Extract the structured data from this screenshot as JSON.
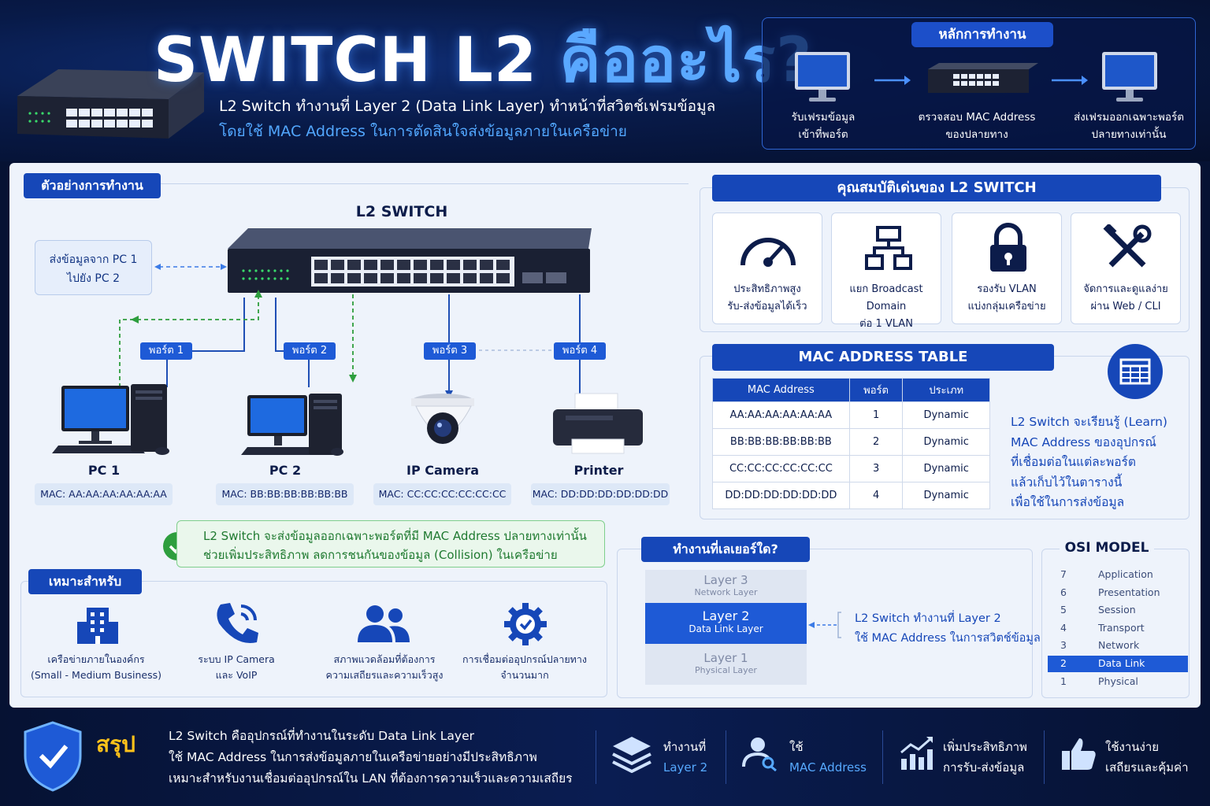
{
  "header": {
    "title_white": "SWITCH L2",
    "title_rest": " คืออะไร?",
    "subtitle_1": "L2 Switch ทำงานที่ Layer 2 (Data Link Layer) ทำหน้าที่สวิตช์เฟรมข้อมูล",
    "subtitle_2": "โดยใช้ MAC Address ในการตัดสินใจส่งข้อมูลภายในเครือข่าย"
  },
  "principle": {
    "title": "หลักการทำงาน",
    "steps": [
      {
        "line1": "รับเฟรมข้อมูล",
        "line2": "เข้าที่พอร์ต"
      },
      {
        "line1": "ตรวจสอบ MAC Address",
        "line2": "ของปลายทาง"
      },
      {
        "line1": "ส่งเฟรมออกเฉพาะพอร์ต",
        "line2": "ปลายทางเท่านั้น"
      }
    ]
  },
  "example": {
    "tag": "ตัวอย่างการทำงาน",
    "switch_label": "L2 SWITCH",
    "send_line1": "ส่งข้อมูลจาก PC 1",
    "send_line2": "ไปยัง PC 2",
    "ports": [
      "พอร์ต 1",
      "พอร์ต 2",
      "พอร์ต 3",
      "พอร์ต 4"
    ],
    "devices": [
      {
        "name": "PC 1",
        "mac": "MAC: AA:AA:AA:AA:AA:AA"
      },
      {
        "name": "PC 2",
        "mac": "MAC: BB:BB:BB:BB:BB:BB"
      },
      {
        "name": "IP Camera",
        "mac": "MAC: CC:CC:CC:CC:CC:CC"
      },
      {
        "name": "Printer",
        "mac": "MAC: DD:DD:DD:DD:DD:DD"
      }
    ],
    "note_line1": "L2 Switch จะส่งข้อมูลออกเฉพาะพอร์ตที่มี MAC Address ปลายทางเท่านั้น",
    "note_line2": "ช่วยเพิ่มประสิทธิภาพ ลดการชนกันของข้อมูล (Collision) ในเครือข่าย"
  },
  "features": {
    "title": "คุณสมบัติเด่นของ L2 SWITCH",
    "items": [
      {
        "line1": "ประสิทธิภาพสูง",
        "line2": "รับ-ส่งข้อมูลได้เร็ว",
        "icon": "speedometer-icon"
      },
      {
        "line1": "แยก Broadcast Domain",
        "line2": "ต่อ 1 VLAN",
        "icon": "network-tree-icon"
      },
      {
        "line1": "รองรับ VLAN",
        "line2": "แบ่งกลุ่มเครือข่าย",
        "icon": "lock-icon"
      },
      {
        "line1": "จัดการและดูแลง่าย",
        "line2": "ผ่าน Web / CLI",
        "icon": "tools-icon"
      }
    ]
  },
  "mac_table": {
    "title": "MAC ADDRESS TABLE",
    "headers": [
      "MAC Address",
      "พอร์ต",
      "ประเภท"
    ],
    "rows": [
      [
        "AA:AA:AA:AA:AA:AA",
        "1",
        "Dynamic"
      ],
      [
        "BB:BB:BB:BB:BB:BB",
        "2",
        "Dynamic"
      ],
      [
        "CC:CC:CC:CC:CC:CC",
        "3",
        "Dynamic"
      ],
      [
        "DD:DD:DD:DD:DD:DD",
        "4",
        "Dynamic"
      ]
    ],
    "desc": [
      "L2 Switch จะเรียนรู้ (Learn)",
      "MAC Address ของอุปกรณ์",
      "ที่เชื่อมต่อในแต่ละพอร์ต",
      "แล้วเก็บไว้ในตารางนี้",
      "เพื่อใช้ในการส่งข้อมูล"
    ]
  },
  "suitable": {
    "tag": "เหมาะสำหรับ",
    "items": [
      {
        "line1": "เครือข่ายภายในองค์กร",
        "line2": "(Small - Medium Business)",
        "icon": "building-icon"
      },
      {
        "line1": "ระบบ IP Camera",
        "line2": "และ VoIP",
        "icon": "phone-icon"
      },
      {
        "line1": "สภาพแวดล้อมที่ต้องการ",
        "line2": "ความเสถียรและความเร็วสูง",
        "icon": "users-icon"
      },
      {
        "line1": "การเชื่อมต่ออุปกรณ์ปลายทาง",
        "line2": "จำนวนมาก",
        "icon": "gear-check-icon"
      }
    ]
  },
  "layer": {
    "tag": "ทำงานที่เลเยอร์ใด?",
    "layers": [
      {
        "name": "Layer 3",
        "sub": "Network Layer"
      },
      {
        "name": "Layer 2",
        "sub": "Data Link Layer"
      },
      {
        "name": "Layer 1",
        "sub": "Physical Layer"
      }
    ],
    "note_line1": "L2 Switch ทำงานที่ Layer 2",
    "note_line2": "ใช้ MAC Address ในการสวิตช์ข้อมูล"
  },
  "osi": {
    "title": "OSI MODEL",
    "rows": [
      {
        "n": "7",
        "t": "Application"
      },
      {
        "n": "6",
        "t": "Presentation"
      },
      {
        "n": "5",
        "t": "Session"
      },
      {
        "n": "4",
        "t": "Transport"
      },
      {
        "n": "3",
        "t": "Network"
      },
      {
        "n": "2",
        "t": "Data Link"
      },
      {
        "n": "1",
        "t": "Physical"
      }
    ],
    "active": "2"
  },
  "summary": {
    "title": "สรุป",
    "lines": [
      "L2 Switch คืออุปกรณ์ที่ทำงานในระดับ Data Link Layer",
      "ใช้ MAC Address ในการส่งข้อมูลภายในเครือข่ายอย่างมีประสิทธิภาพ",
      "เหมาะสำหรับงานเชื่อมต่ออุปกรณ์ใน LAN ที่ต้องการความเร็วและความเสถียร"
    ],
    "points": [
      {
        "line1": "ทำงานที่",
        "line2": "Layer 2",
        "icon": "layers-icon"
      },
      {
        "line1": "ใช้",
        "line2": "MAC Address",
        "icon": "user-search-icon"
      },
      {
        "line1": "เพิ่มประสิทธิภาพ",
        "line2": "การรับ-ส่งข้อมูล",
        "icon": "chart-up-icon"
      },
      {
        "line1": "ใช้งานง่าย",
        "line2": "เสถียรและคุ้มค่า",
        "icon": "thumbs-up-icon"
      }
    ]
  },
  "colors": {
    "primary": "#1647b8",
    "accent": "#56a9ff",
    "green": "#2e9e3e",
    "dark": "#061233"
  }
}
